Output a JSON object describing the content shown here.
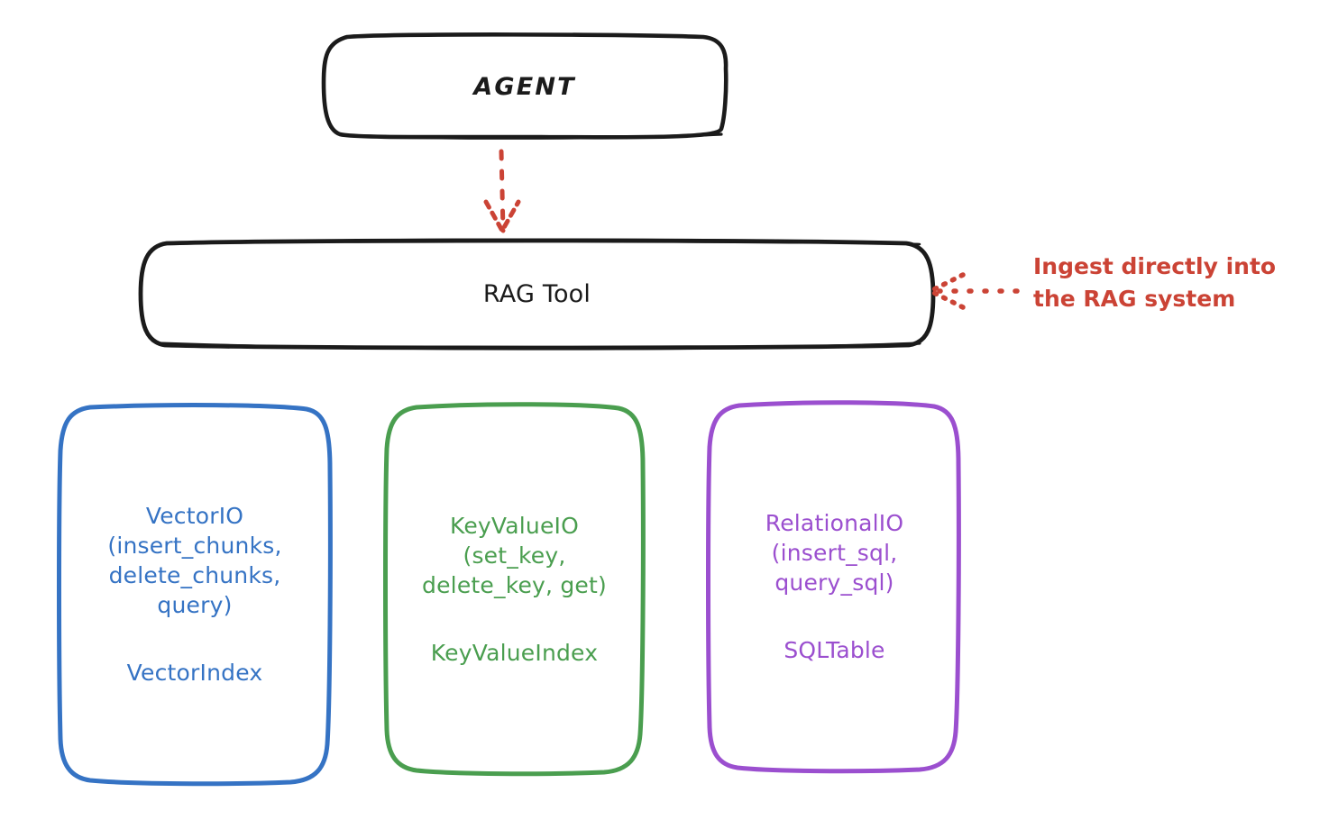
{
  "diagram": {
    "title": "RAG Tool storage API diagram",
    "background": "#ffffff",
    "nodes": {
      "agent": {
        "label": "AGENT",
        "stroke": "#1b1b1b",
        "shape": "rounded-rectangle"
      },
      "rag_tool": {
        "label": "RAG Tool",
        "stroke": "#1b1b1b",
        "shape": "rounded-rectangle"
      },
      "vector_io": {
        "api": "VectorIO\n(insert_chunks,\ndelete_chunks,\nquery)",
        "index": "VectorIndex",
        "stroke": "#3573c4",
        "shape": "rounded-rectangle"
      },
      "key_value_io": {
        "api": "KeyValueIO\n(set_key,\ndelete_key, get)",
        "index": "KeyValueIndex",
        "stroke": "#4a9e4f",
        "shape": "rounded-rectangle"
      },
      "relational_io": {
        "api": "RelationalIO\n(insert_sql,\nquery_sql)",
        "index": "SQLTable",
        "stroke": "#9b4fcf",
        "shape": "rounded-rectangle"
      }
    },
    "edges": {
      "agent_to_rag": {
        "style": "dashed",
        "color": "#cb4335",
        "direction": "down",
        "arrowhead": "dashed-open"
      },
      "ingest_annotation": {
        "style": "dotted",
        "color": "#cb4335",
        "direction": "left",
        "arrowhead": "dotted-open"
      }
    },
    "annotations": {
      "ingest": {
        "text": "Ingest directly into\nthe RAG system",
        "color": "#cb4335"
      }
    }
  }
}
